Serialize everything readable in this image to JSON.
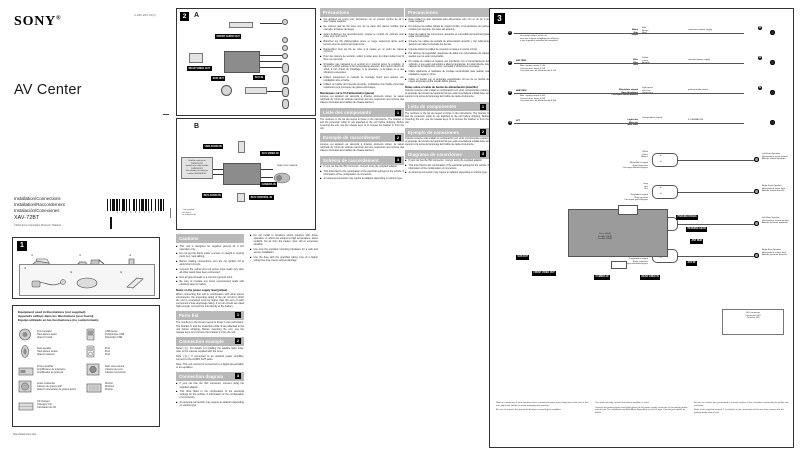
{
  "document": {
    "brand": "SONY",
    "doc_code": "4-296-200-31(1)",
    "title": "AV Center",
    "subtitle_en": "Installation/Connections",
    "subtitle_fr": "Installation/Raccordement",
    "subtitle_es": "Instalación/Conexiones",
    "model": "XAV-72BT",
    "copyright": "©2011 Sony Corporation    Printed in Thailand",
    "barcode_number": "4 2 9 6 2 0 0 3 1",
    "url": "http://www.sony.net/"
  },
  "parts": {
    "section_number": "1",
    "item_labels": [
      "①",
      "②",
      "③",
      "④",
      "⑤",
      "⑥"
    ],
    "item_names": [
      "Mounting bracket",
      "Wiring harness / power cord",
      "Release key",
      "Microphone with cord",
      "Protection collar",
      "Face panel"
    ]
  },
  "equipment": {
    "title_en": "Equipment used in illustrations (not supplied)",
    "title_fr": "Appareils utilisés dans les illustrations (non fourni)",
    "title_es": "Equipo utilizado en las ilustraciones (no suministrado)",
    "items": [
      {
        "icon": "front-speaker-icon",
        "en": "Front speaker",
        "fr": "Haut-parleur avant",
        "es": "Altavoz frontal"
      },
      {
        "icon": "usb-device-icon",
        "en": "USB device",
        "fr": "Périphérique USB",
        "es": "Dispositivo USB"
      },
      {
        "icon": "rear-speaker-icon",
        "en": "Rear speaker",
        "fr": "Haut-parleur arrière",
        "es": "Altavoz posterior"
      },
      {
        "icon": "ipod-icon",
        "en": "iPod",
        "fr": "iPod",
        "es": "iPod"
      },
      {
        "icon": "power-amplifier-icon",
        "en": "Power amplifier",
        "fr": "Amplificateur de puissance",
        "es": "Amplificador de potencia"
      },
      {
        "icon": "rear-view-camera-icon",
        "en": "Rear view camera",
        "fr": "Caméra de recul",
        "es": "Cámara retrovisora"
      },
      {
        "icon": "active-subwoofer-icon",
        "en": "Active subwoofer",
        "fr": "Caisson de graves actif",
        "es": "Altavoz potenciador de graves activo"
      },
      {
        "icon": "monitor-icon",
        "en": "Monitor",
        "fr": "Moniteur",
        "es": "Monitor"
      },
      {
        "icon": "cd-changer-icon",
        "en": "CD changer",
        "fr": "Changeur CD",
        "es": "Cambiador de CD"
      }
    ]
  },
  "diagrams": {
    "section_number": "2",
    "panel_a_label": "A",
    "panel_b_label": "B",
    "a_callouts": [
      "FRONT AUDIO OUT",
      "REAR VIDEO OUT",
      "SUB OUT",
      "AUX IN",
      "ANTENNA"
    ],
    "b_callouts": [
      "USB AUDIO IN",
      "AUX VIDEO IN",
      "CAMERA IN",
      "BUS AUDIO IN",
      "BUS CONTROL IN",
      "REAR VIEW CAMERA"
    ],
    "b_note_box": "Satellite radio tuner\n(XM/SIRIUS)*\nSyntoniseur radio satellite\n(XM/SIRIUS)*\nSintonizador de radio por\nsatélite (XM/SIRIUS)*",
    "b_footnote": "* not supplied\n  non fourni\n  no suministrado"
  },
  "english": {
    "cautions": {
      "heading": "Cautions",
      "items": [
        "This unit is designed for negative ground 12 V DC operation only.",
        "Do not get the leads under a screw, or caught in moving parts (e.g. seat railing).",
        "Before making connections, turn the car ignition off to avoid short circuits.",
        "Connect the yellow and red power input leads only after all other leads have been connected.",
        "Run all ground leads to a common ground point.",
        "Be sure to insulate any loose unconnected leads with electrical tape for safety.",
        "Do not install in locations which interfere with driver operation, or which are subject to high temperature, direct sunlight, hot air from the heater, dust, dirt or excessive vibration.",
        "Use only the supplied mounting hardware for a safe and secure installation.",
        "Use the fuse with the specified rating. Use of a higher rating fuse may cause serious damage."
      ]
    },
    "notes_on_power": {
      "heading": "Notes on the power supply lead (yellow)",
      "text": "When connecting this unit in combination with other stereo components, the amperage rating of the car circuit to which the unit is connected must be higher than the sum of each component's fuse amperage rating. If no car circuits are rated high enough, connect the unit directly to the battery."
    },
    "parts_list": {
      "heading": "Parts list",
      "number": "1",
      "text": "The numbers in the list are keyed to those in the instructions. The bracket ① and the protection collar ⑤ are attached to the unit before shipping. Before mounting the unit, use the release keys ③ to remove the bracket ① from the unit."
    },
    "connection_example": {
      "heading": "Connection example",
      "number": "2",
      "notes": [
        "Notes (Ⓐ): For details on installing the satellite radio tuner, refer to the manual supplied with the tuner.",
        "Note (Ⓑ): If connected to an optional power amplifier, connect to the AUDIO OUT jacks.",
        "Note: This unit cannot be connected to a digital pre-amplifier or an equalizer."
      ]
    },
    "connection_diagram": {
      "heading": "Connection diagram",
      "number": "3",
      "items": [
        "If your car has the ISO connector, connect using the supplied adaptor.",
        "This drive fitted to the combination of the electrical settings for the vehicle. If information of the configuration of connectors.",
        "An antenna connection may require an adaptor depending on vehicle type."
      ]
    }
  },
  "french": {
    "precautions": {
      "heading": "Précautions",
      "items": [
        "Cet appareil est conçu pour fonctionner sur un courant continu de 12 V avec masse négative.",
        "Ne coincez pas les fils sous une vis ou dans des pièces mobiles (par exemple, armature de siège).",
        "Avant d'effectuer les raccordements, coupez le contact du véhicule pour éviter tout court-circuit.",
        "Branchez les fils d'alimentation jaune et rouge seulement après avoir terminé tous les autres raccordements.",
        "Rassemblez tous les fils de mise à la masse en un point de masse commun.",
        "Pour des raisons de sécurité, veillez à isoler avec du ruban isolant tout fil libre non raccordé.",
        "N'installez pas l'appareil à un endroit où il pourrait gêner la conduite, ni dans un endroit exposé à des températures élevées, aux rayons directs du soleil, à l'air chaud du chauffage, à la poussière, à la saleté ou à des vibrations excessives.",
        "Utilisez uniquement le matériel de montage fourni pour assurer une installation sûre et fiable.",
        "Utilisez un fusible de l'intensité prescrite. L'utilisation d'un fusible d'intensité supérieure peut provoquer de graves dommages."
      ]
    },
    "notes_power": {
      "heading": "Remarques sur le fil d'alimentation (jaune)",
      "text": "Lorsque cet appareil est raccordé à d'autres éléments stéréo, la valeur nominale du circuit du véhicule raccordé doit être supérieure à la somme des valeurs nominales des fusibles de chaque élément."
    },
    "parts_list": {
      "heading": "Liste des composants",
      "number": "1"
    },
    "connection_example": {
      "heading": "Exemple de raccordement",
      "number": "2"
    },
    "connection_diagram": {
      "heading": "Schéma de raccordement",
      "number": "3"
    }
  },
  "spanish": {
    "precautions": {
      "heading": "Precauciones",
      "items": [
        "Esta unidad ha sido diseñada para alimentarse solo con cc de 12 V de masa negativa.",
        "No coloque los cables debajo de ningún tornillo, ni los aprisione con partes móviles (por ejemplo, los rieles del asiento).",
        "Antes de realizar las conexiones, desactive el encendido del automóvil para evitar cortocircuitos.",
        "Conecte los cables de entrada de alimentación amarillo y rojo solamente después de haber conectado los demás.",
        "Conecte todos los cables de conexión a masa a un punto común.",
        "Por razones de seguridad, asegúrese de aislar con cinta aislante los cables sueltos que no estén conectados.",
        "No instale la unidad en lugares que interfieran con el funcionamiento del vehículo, o que estén sometidos a altas temperaturas, luz solar directa, aire caliente de la calefacción, polvo, suciedad o vibraciones excesivas.",
        "Utilice solamente el hardware de montaje suministrado para realizar una instalación segura y firme.",
        "Utilice un fusible con el amperaje especificado. El uso de un fusible de mayor amperaje podría causar daños graves."
      ]
    },
    "notes_power": {
      "heading": "Notas sobre el cable de fuente de alimentación (amarillo)",
      "text": "Cuando conecte esta unidad en combinación con otros componentes estéreo, el amperaje del circuito del automóvil al que está conectada la unidad debe ser superior a la suma del amperaje del fusible de cada componente."
    },
    "parts_list": {
      "heading": "Lista de componentes",
      "number": "1"
    },
    "connection_example": {
      "heading": "Ejemplo de conexiones",
      "number": "2"
    },
    "connection_diagram": {
      "heading": "Diagrama de conexiones",
      "number": "3"
    }
  },
  "wiring": {
    "section_number": "3",
    "wires": [
      {
        "pin": "①",
        "label_en": "",
        "color_en": "Black",
        "color_fr": "Noir",
        "color_es": "Negro",
        "func_en": "to a metal surface of the car",
        "func_fr": "vers une surface métallique du véhicule",
        "func_es": "a una superficie metálica del automóvil"
      },
      {
        "pin": "②",
        "label_en": "ANT REM",
        "color_en": "Blue",
        "color_fr": "Bleu",
        "color_es": "Azul",
        "func_en": "Max. supply current 0.1 A",
        "func_fr": "Courant max. fourni 0,1 A",
        "func_es": "Corriente máx. de alimentación 0,1 A"
      },
      {
        "pin": "③",
        "label_en": "AMP REM",
        "color_en": "Blue/white striped",
        "color_fr": "Rayé bleu/blanc",
        "color_es": "Con rayas azules/blancas",
        "func_en": "Max. supply current 0.3 A",
        "func_fr": "Courant max. fourni 0,3 A",
        "func_es": "Corriente máx. de alimentación 0,3 A"
      },
      {
        "pin": "④",
        "label_en": "ATT",
        "color_en": "Light blue",
        "color_fr": "Bleu ciel",
        "color_es": "Azul claro",
        "func_en": "",
        "func_fr": "",
        "func_es": ""
      }
    ],
    "right_labels": [
      {
        "color_en": "Red",
        "color_fr": "Rouge",
        "color_es": "Rojo",
        "note_en": "continuous power supply",
        "pin": "⑧"
      },
      {
        "color_en": "Yellow",
        "color_fr": "Jaune",
        "color_es": "Amarillo",
        "note_en": "switched power supply",
        "pin": "⑨"
      },
      {
        "color_en": "Light green",
        "color_fr": "Vert clair",
        "color_es": "Verde claro",
        "note_en": "parking brake switch",
        "pin": "①"
      },
      {
        "color_en": "Orange/white striped",
        "color_fr": "",
        "color_es": "",
        "note_en": "ILLUMINATION",
        "pin": ""
      }
    ],
    "speakers": [
      {
        "color_en": "White",
        "color_fr": "Blanc",
        "color_es": "Blanco",
        "stripe_en": "White/black striped",
        "stripe_fr": "Rayé blanc/noir",
        "stripe_es": "Con rayas blancas/negras",
        "position_en": "Left Front Speaker",
        "position_fr": "Haut-parleur avant gauche",
        "position_es": "Altavoz frontal izquierdo"
      },
      {
        "color_en": "Gray",
        "color_fr": "Gris",
        "color_es": "Gris",
        "stripe_en": "Gray/black striped",
        "stripe_fr": "Rayé gris/noir",
        "stripe_es": "Con rayas grises/negras",
        "position_en": "Right Front Speaker",
        "position_fr": "Haut-parleur avant droit",
        "position_es": "Altavoz frontal derecho"
      },
      {
        "color_en": "Green",
        "color_fr": "Vert",
        "color_es": "Verde",
        "stripe_en": "Green/black striped",
        "stripe_fr": "Rayé vert/noir",
        "stripe_es": "Con rayas verdes/negras",
        "position_en": "Left Rear Speaker",
        "position_fr": "Haut-parleur arrière gauche",
        "position_es": "Altavoz posterior izquierdo"
      },
      {
        "color_en": "Purple",
        "color_fr": "Violet",
        "color_es": "Morado",
        "stripe_en": "Purple/black striped",
        "stripe_fr": "Rayé violet/noir",
        "stripe_es": "Con rayas moradas/negras",
        "position_en": "Right Rear Speaker",
        "position_fr": "Haut-parleur arrière droit",
        "position_es": "Altavoz posterior derecho"
      }
    ],
    "unit_callouts": [
      "PARKING BRAKE",
      "REVERSE GEAR",
      "ANT REM",
      "FRONT VIDEO OUT",
      "CAMERA IN",
      "REAR VIDEO IN",
      "AUX IN",
      "SUB OUT"
    ],
    "fuse_labels": [
      "Fuse (10 A)",
      "Fusible (10 A)",
      "Fusible (10 A)"
    ],
    "iso_note_en": "ISO connector\nConnecteur ISO\nConector ISO",
    "notes": [
      "Note on connection: If your speakers have a maximum power input rating lower than that of this unit, adjust the volume to avoid damaging the speakers.",
      "Be sure to connect the ground lead before connecting the amplifier.",
      "The alarm will only sound if the built-in amplifier is used.",
      "Connect the parking brake lead (light green) of the power supply connector to the parking brake switch lead. The installation method differs depending on the car type. Consult your dealer for details.",
      "Be sure to connect the ground lead to a metal surface of the car before connecting the yellow and red leads.",
      "Refer to the supplied manual ③ for details on the connection of the rear view camera and the parking brake switch lead."
    ]
  }
}
